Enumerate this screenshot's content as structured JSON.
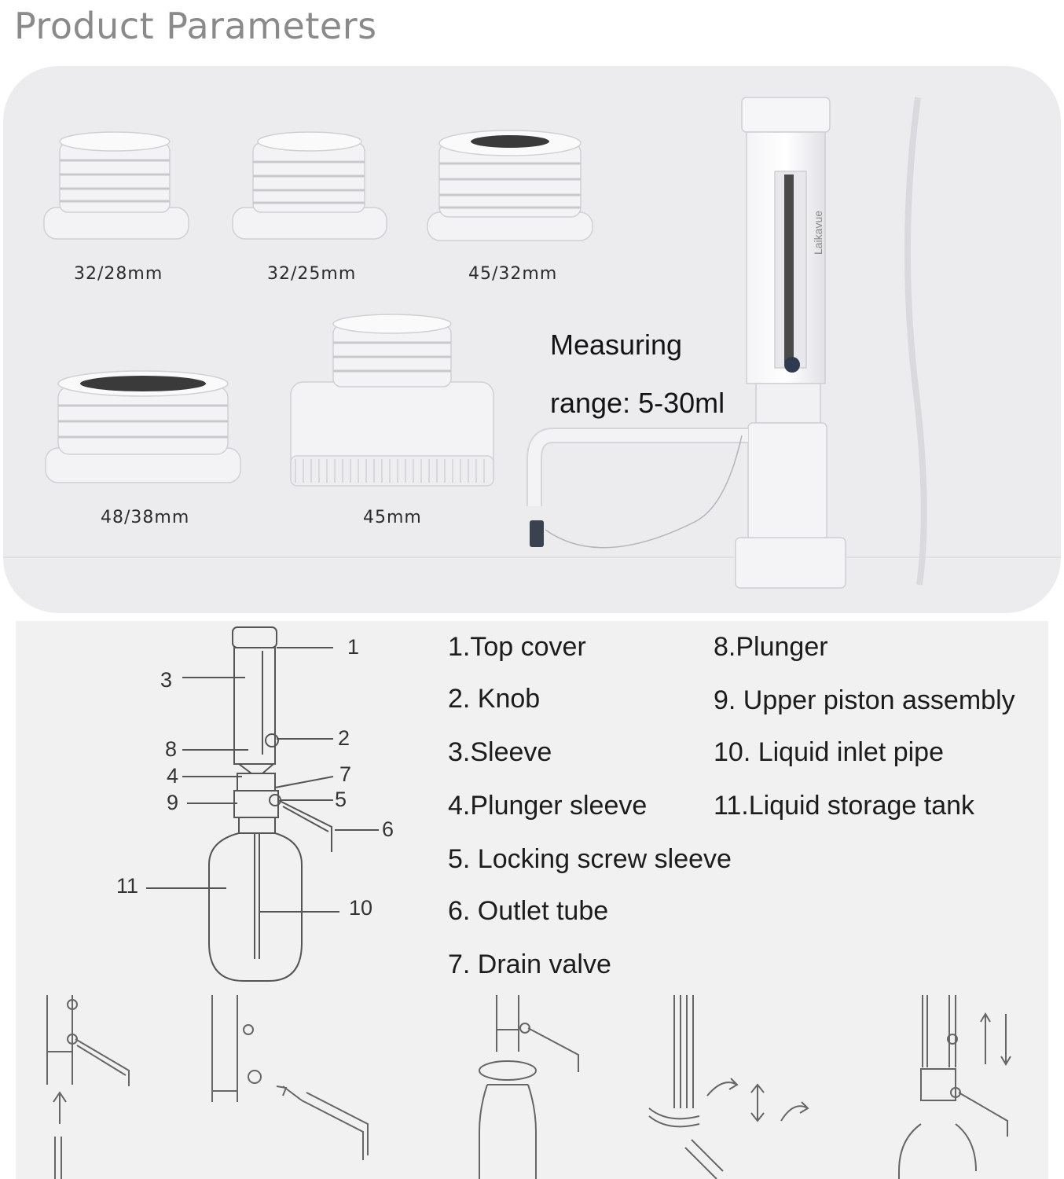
{
  "page": {
    "title": "Product Parameters"
  },
  "adapters": [
    {
      "label": "32/28mm"
    },
    {
      "label": "32/25mm"
    },
    {
      "label": "45/32mm"
    },
    {
      "label": "48/38mm"
    },
    {
      "label": "45mm"
    }
  ],
  "product": {
    "measuring_line1": "Measuring",
    "measuring_line2": "range: 5-30ml",
    "brand_text": "Laikavue"
  },
  "diagram": {
    "callouts": [
      "1",
      "2",
      "3",
      "4",
      "5",
      "6",
      "7",
      "8",
      "9",
      "10",
      "11"
    ],
    "parts_left": [
      "1.Top cover",
      "2. Knob",
      "3.Sleeve",
      "4.Plunger sleeve",
      "5. Locking screw sleeve",
      "6. Outlet tube",
      "7. Drain valve"
    ],
    "parts_right": [
      "8.Plunger",
      "9. Upper piston assembly",
      "10. Liquid inlet pipe",
      "11.Liquid storage tank"
    ]
  },
  "colors": {
    "panel_bg": "#ecebee",
    "diagram_bg": "#f1f1f1",
    "title_gray": "#8a8a8a",
    "line_art": "#555555"
  }
}
